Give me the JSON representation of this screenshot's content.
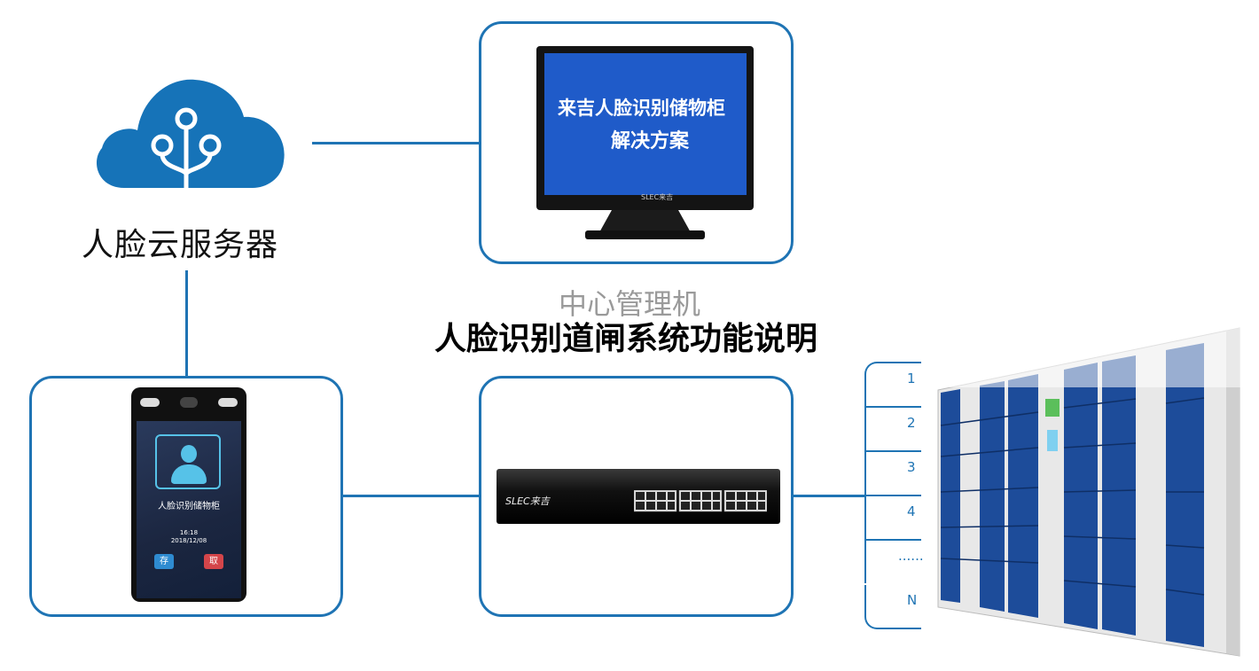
{
  "cloud": {
    "label": "人脸云服务器"
  },
  "monitor": {
    "screen_line1": "来吉人脸识别储物柜",
    "screen_line2": "解决方案",
    "brand": "SLEC来吉",
    "caption": "中心管理机"
  },
  "title": "人脸识别道闸系统功能说明",
  "terminal": {
    "screen_title": "人脸识别储物柜",
    "time": "16:18",
    "date": "2018/12/08",
    "store_button": "存",
    "take_button": "取"
  },
  "switch": {
    "brand": "SLEC来吉"
  },
  "slots": [
    "1",
    "2",
    "3",
    "4",
    "......",
    "N"
  ],
  "colors": {
    "accent": "#1f74b4",
    "locker_door": "#1d4c9a",
    "monitor_screen": "#1f5bc9"
  }
}
